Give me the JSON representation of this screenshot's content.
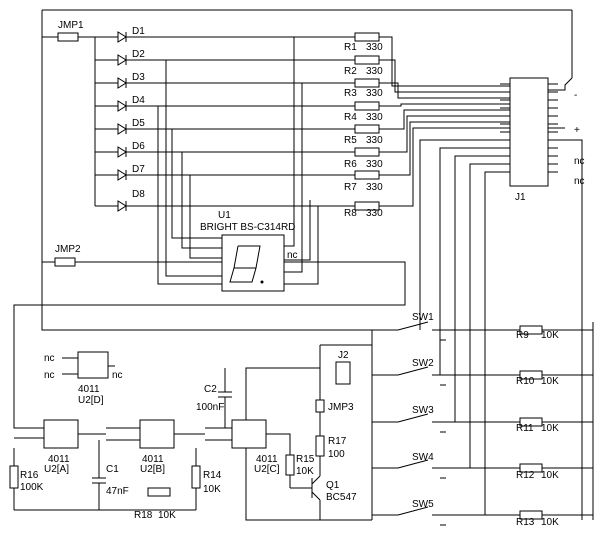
{
  "jumpers": [
    {
      "ref": "JMP1"
    },
    {
      "ref": "JMP2"
    },
    {
      "ref": "JMP3"
    }
  ],
  "leds": [
    "D1",
    "D2",
    "D3",
    "D4",
    "D5",
    "D6",
    "D7",
    "D8"
  ],
  "segment_resistors": [
    {
      "ref": "R1",
      "value": "330"
    },
    {
      "ref": "R2",
      "value": "330"
    },
    {
      "ref": "R3",
      "value": "330"
    },
    {
      "ref": "R4",
      "value": "330"
    },
    {
      "ref": "R5",
      "value": "330"
    },
    {
      "ref": "R6",
      "value": "330"
    },
    {
      "ref": "R7",
      "value": "330"
    },
    {
      "ref": "R8",
      "value": "330"
    }
  ],
  "display": {
    "ref": "U1",
    "part": "BRIGHT BS-C314RD",
    "pin_label": "nc"
  },
  "connector_j1": {
    "ref": "J1",
    "labels": [
      "-",
      "+",
      "nc",
      "nc"
    ]
  },
  "connector_j2": {
    "ref": "J2"
  },
  "switches": [
    {
      "ref": "SW1",
      "r_ref": "R9",
      "r_value": "10K"
    },
    {
      "ref": "SW2",
      "r_ref": "R10",
      "r_value": "10K"
    },
    {
      "ref": "SW3",
      "r_ref": "R11",
      "r_value": "10K"
    },
    {
      "ref": "SW4",
      "r_ref": "R12",
      "r_value": "10K"
    },
    {
      "ref": "SW5",
      "r_ref": "R13",
      "r_value": "10K"
    }
  ],
  "gates": [
    {
      "part": "4011",
      "ref": "U2[D]",
      "nc": "nc"
    },
    {
      "part": "4011",
      "ref": "U2[A]"
    },
    {
      "part": "4011",
      "ref": "U2[B]"
    },
    {
      "part": "4011",
      "ref": "U2[C]"
    }
  ],
  "passives": {
    "r16": {
      "ref": "R16",
      "value": "100K"
    },
    "c1": {
      "ref": "C1",
      "value": "47nF"
    },
    "r18": {
      "ref": "R18",
      "value": "10K"
    },
    "r14": {
      "ref": "R14",
      "value": "10K"
    },
    "c2": {
      "ref": "C2",
      "value": "100nF"
    },
    "r15": {
      "ref": "R15",
      "value": "10K"
    },
    "r17": {
      "ref": "R17",
      "value": "100"
    }
  },
  "transistor": {
    "ref": "Q1",
    "part": "BC547"
  },
  "nc_label": "nc"
}
